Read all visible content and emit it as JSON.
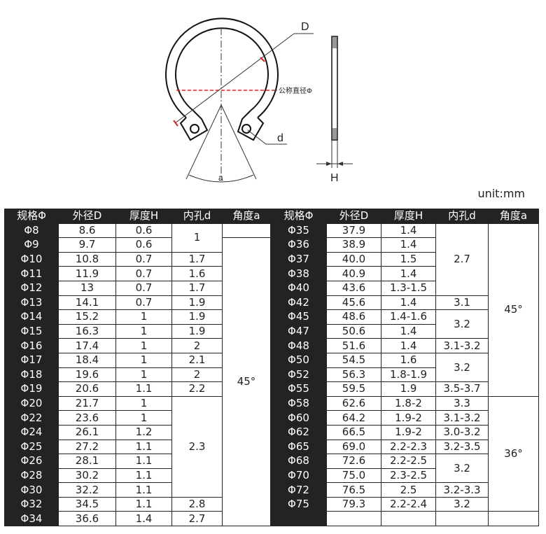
{
  "drawing": {
    "label_D": "D",
    "label_nominal": "公称直径Φ",
    "label_d": "d",
    "label_H": "H",
    "label_a": "a"
  },
  "unit": "unit:mm",
  "headers": [
    "规格Φ",
    "外径D",
    "厚度H",
    "内孔d",
    "角度a"
  ],
  "left": {
    "rows": [
      [
        "Φ8",
        "8.6",
        "0.6"
      ],
      [
        "Φ9",
        "9.7",
        "0.6"
      ],
      [
        "Φ10",
        "10.8",
        "0.7"
      ],
      [
        "Φ11",
        "11.9",
        "0.7"
      ],
      [
        "Φ12",
        "13",
        "0.7"
      ],
      [
        "Φ13",
        "14.1",
        "0.7"
      ],
      [
        "Φ14",
        "15.2",
        "1"
      ],
      [
        "Φ15",
        "16.3",
        "1"
      ],
      [
        "Φ16",
        "17.4",
        "1"
      ],
      [
        "Φ17",
        "18.4",
        "1"
      ],
      [
        "Φ18",
        "19.6",
        "1"
      ],
      [
        "Φ19",
        "20.6",
        "1.1"
      ],
      [
        "Φ20",
        "21.7",
        "1"
      ],
      [
        "Φ22",
        "23.6",
        "1"
      ],
      [
        "Φ24",
        "26.1",
        "1.2"
      ],
      [
        "Φ25",
        "27.2",
        "1.1"
      ],
      [
        "Φ26",
        "28.1",
        "1.1"
      ],
      [
        "Φ28",
        "30.2",
        "1.1"
      ],
      [
        "Φ30",
        "32.2",
        "1.1"
      ],
      [
        "Φ32",
        "34.5",
        "1.1"
      ],
      [
        "Φ34",
        "36.6",
        "1.4"
      ]
    ],
    "hole": [
      {
        "v": "1",
        "span": 2
      },
      {
        "v": "1.7",
        "span": 1
      },
      {
        "v": "1.6",
        "span": 1
      },
      {
        "v": "1.7",
        "span": 1
      },
      {
        "v": "1.9",
        "span": 1
      },
      {
        "v": "1.9",
        "span": 1
      },
      {
        "v": "1.9",
        "span": 1
      },
      {
        "v": "2",
        "span": 1
      },
      {
        "v": "2.1",
        "span": 1
      },
      {
        "v": "2",
        "span": 1
      },
      {
        "v": "2.2",
        "span": 1
      },
      {
        "v": "2.3",
        "span": 7
      },
      {
        "v": "2.8",
        "span": 1
      },
      {
        "v": "2.7",
        "span": 1
      }
    ],
    "angle": [
      {
        "v": "",
        "span": 1
      },
      {
        "v": "45°",
        "span": 20
      }
    ]
  },
  "right": {
    "rows": [
      [
        "Φ35",
        "37.9",
        "1.4"
      ],
      [
        "Φ36",
        "38.9",
        "1.4"
      ],
      [
        "Φ37",
        "40.0",
        "1.5"
      ],
      [
        "Φ38",
        "40.9",
        "1.4"
      ],
      [
        "Φ40",
        "43.6",
        "1.3-1.5"
      ],
      [
        "Φ42",
        "45.6",
        "1.4"
      ],
      [
        "Φ45",
        "48.6",
        "1.4-1.6"
      ],
      [
        "Φ47",
        "50.6",
        "1.4"
      ],
      [
        "Φ48",
        "51.6",
        "1.4"
      ],
      [
        "Φ50",
        "54.5",
        "1.6"
      ],
      [
        "Φ52",
        "56.3",
        "1.8-1.9"
      ],
      [
        "Φ55",
        "59.5",
        "1.9"
      ],
      [
        "Φ58",
        "62.6",
        "1.8-2"
      ],
      [
        "Φ60",
        "64.2",
        "1.9-2"
      ],
      [
        "Φ62",
        "66.5",
        "1.9-2"
      ],
      [
        "Φ65",
        "69.0",
        "2.2-2.3"
      ],
      [
        "Φ68",
        "72.6",
        "2.2-2.5"
      ],
      [
        "Φ70",
        "75.0",
        "2.3-2.5"
      ],
      [
        "Φ72",
        "76.5",
        "2.5"
      ],
      [
        "Φ75",
        "79.3",
        "2.2-2.4"
      ],
      [
        "",
        "",
        ""
      ]
    ],
    "hole": [
      {
        "v": "2.7",
        "span": 5
      },
      {
        "v": "3.1",
        "span": 1
      },
      {
        "v": "3.2",
        "span": 2
      },
      {
        "v": "3.1-3.2",
        "span": 1
      },
      {
        "v": "3.2",
        "span": 2
      },
      {
        "v": "3.5-3.7",
        "span": 1
      },
      {
        "v": "3.3",
        "span": 1
      },
      {
        "v": "3.1-3.2",
        "span": 1
      },
      {
        "v": "3.0-3.2",
        "span": 1
      },
      {
        "v": "3.2-3.5",
        "span": 1
      },
      {
        "v": "3.2",
        "span": 2
      },
      {
        "v": "3.2-3.3",
        "span": 1
      },
      {
        "v": "3.2",
        "span": 1
      },
      {
        "v": "",
        "span": 1
      }
    ],
    "angle": [
      {
        "v": "45°",
        "span": 12
      },
      {
        "v": "36°",
        "span": 8
      },
      {
        "v": "",
        "span": 1
      }
    ]
  }
}
